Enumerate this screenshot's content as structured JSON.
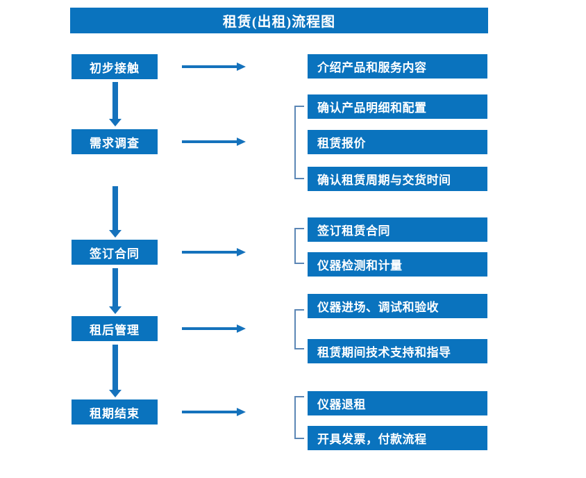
{
  "header": {
    "title": "租赁(出租)流程图"
  },
  "colors": {
    "box_blue": "#0a73be",
    "arrow_blue": "#1572bc",
    "bracket_blue": "#5b86b5",
    "text_white": "#ffffff",
    "background": "#ffffff"
  },
  "stages": [
    {
      "label": "初步接触"
    },
    {
      "label": "需求调查"
    },
    {
      "label": "签订合同"
    },
    {
      "label": "租后管理"
    },
    {
      "label": "租期结束"
    }
  ],
  "details": [
    {
      "label": "介绍产品和服务内容"
    },
    {
      "label": "确认产品明细和配置"
    },
    {
      "label": "租赁报价"
    },
    {
      "label": "确认租赁周期与交货时间"
    },
    {
      "label": "签订租赁合同"
    },
    {
      "label": "仪器检测和计量"
    },
    {
      "label": "仪器进场、调试和验收"
    },
    {
      "label": "租赁期间技术支持和指导"
    },
    {
      "label": "仪器退租"
    },
    {
      "label": "开具发票，付款流程"
    }
  ],
  "groups": [
    {
      "stage": "需求调查",
      "members": [
        "确认产品明细和配置",
        "租赁报价",
        "确认租赁周期与交货时间"
      ]
    },
    {
      "stage": "签订合同",
      "members": [
        "签订租赁合同",
        "仪器检测和计量"
      ]
    },
    {
      "stage": "租后管理",
      "members": [
        "仪器进场、调试和验收",
        "租赁期间技术支持和指导"
      ]
    },
    {
      "stage": "租期结束",
      "members": [
        "仪器退租",
        "开具发票，付款流程"
      ]
    }
  ],
  "connectors": {
    "horizontal_count": 5,
    "vertical_count": 4,
    "icon": "arrow-right-icon"
  }
}
